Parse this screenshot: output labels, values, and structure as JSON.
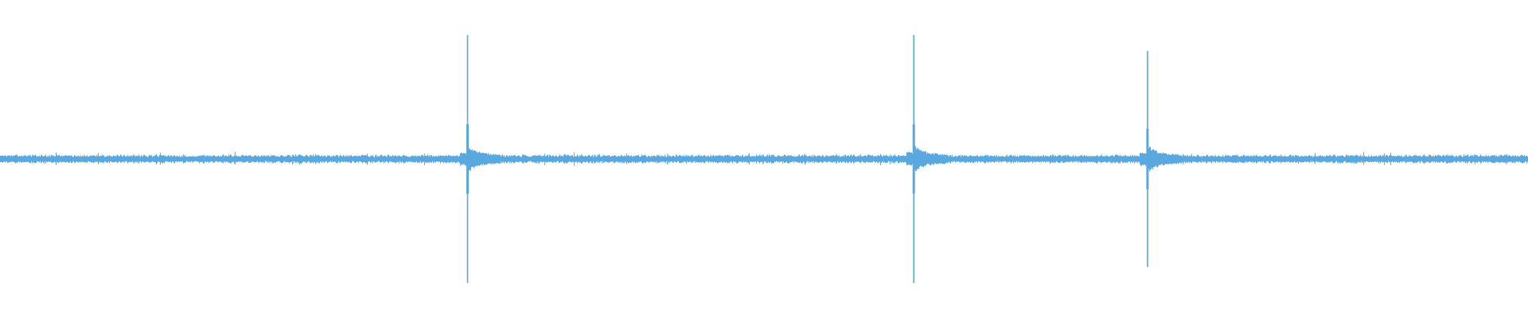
{
  "waveform": {
    "color": "#5aa8e0",
    "background": "#ffffff",
    "amplitude_range": [
      -1,
      1
    ],
    "baseline_level": 0.03,
    "transients": [
      {
        "position": 0.306,
        "peak": 0.78,
        "trough": 0.78
      },
      {
        "position": 0.598,
        "peak": 0.78,
        "trough": 0.78
      },
      {
        "position": 0.751,
        "peak": 0.68,
        "trough": 0.68
      }
    ]
  }
}
